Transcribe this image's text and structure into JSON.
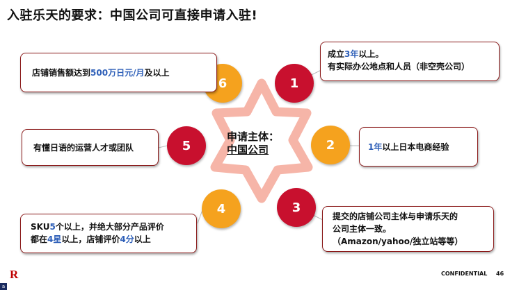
{
  "title": "入驻乐天的要求：中国公司可直接申请入驻!",
  "center": {
    "line1": "申请主体：",
    "line2": "中国公司"
  },
  "colors": {
    "red": "#c8102e",
    "orange": "#f5a21e",
    "hub": "#f6b5a8",
    "highlight": "#2e5fb8",
    "brand": "#bf0000"
  },
  "items": [
    {
      "number": "1",
      "color": "red",
      "segments": [
        {
          "t": "成立"
        },
        {
          "t": "3年",
          "hl": true
        },
        {
          "t": "以上。"
        },
        {
          "br": true
        },
        {
          "t": "有实际办公地点和人员（非空壳公司）"
        }
      ]
    },
    {
      "number": "2",
      "color": "orange",
      "segments": [
        {
          "t": "1年",
          "hl": true
        },
        {
          "t": "以上日本电商经验"
        }
      ]
    },
    {
      "number": "3",
      "color": "red",
      "segments": [
        {
          "t": "提交的店铺公司主体与申请乐天的"
        },
        {
          "br": true
        },
        {
          "t": "公司主体一致。"
        },
        {
          "br": true
        },
        {
          "t": "（Amazon/yahoo/独立站等等）"
        }
      ]
    },
    {
      "number": "4",
      "color": "orange",
      "segments": [
        {
          "t": "SKU"
        },
        {
          "t": "5",
          "hl": true
        },
        {
          "t": "个以上，并绝大部分产品评价"
        },
        {
          "br": true
        },
        {
          "t": "都在"
        },
        {
          "t": "4星",
          "hl": true
        },
        {
          "t": "以上，店铺评价"
        },
        {
          "t": "4分",
          "hl": true
        },
        {
          "t": "以上"
        }
      ]
    },
    {
      "number": "5",
      "color": "red",
      "segments": [
        {
          "t": "有懂日语的运营人才或团队"
        }
      ]
    },
    {
      "number": "6",
      "color": "orange",
      "segments": [
        {
          "t": "店铺销售额达到"
        },
        {
          "t": "500万日元/月",
          "hl": true
        },
        {
          "t": "及以上"
        }
      ]
    }
  ],
  "footer": {
    "logo": "R",
    "confidential": "CONFIDENTIAL",
    "page": "46",
    "tab": "a"
  }
}
